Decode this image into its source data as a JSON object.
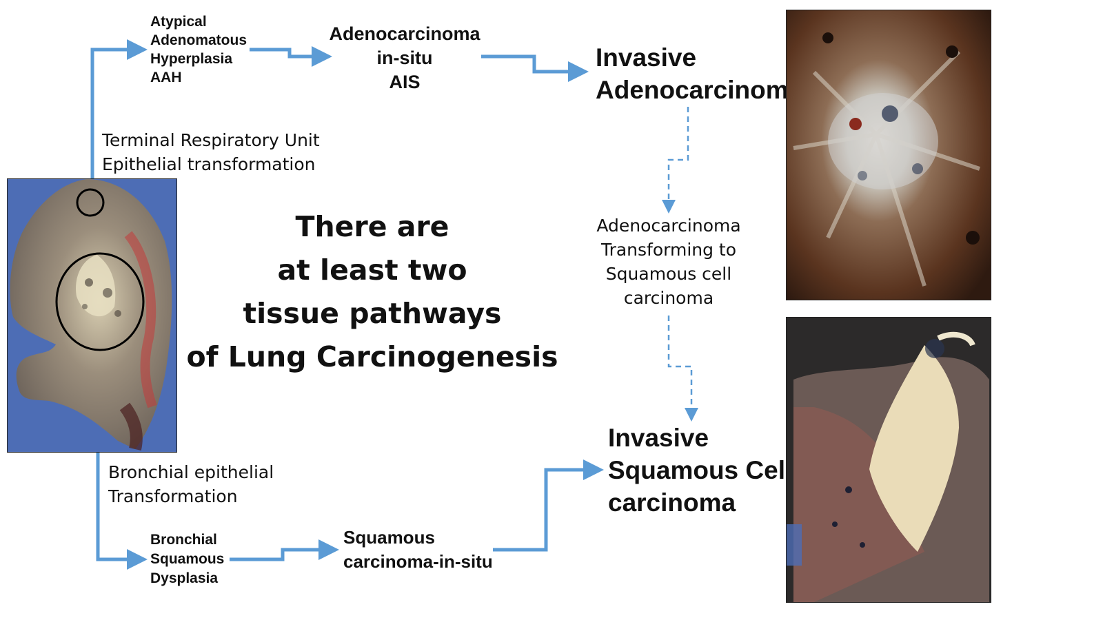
{
  "top_pathway": {
    "origin_label": "Terminal Respiratory Unit\nEpithelial transformation",
    "step1": "Atypical\nAdenomatous\nHyperplasia\n AAH",
    "step2": "Adenocarcinoma\nin-situ\nAIS",
    "result": "Invasive\nAdenocarcinoma"
  },
  "bottom_pathway": {
    "origin_label": "Bronchial epithelial\nTransformation",
    "step1": "Bronchial\nSquamous\nDysplasia",
    "step2": "Squamous\ncarcinoma-in-situ",
    "result": "Invasive\nSquamous Cell\ncarcinoma"
  },
  "transition_label": "Adenocarcinoma\nTransforming to\nSquamous cell\ncarcinoma",
  "headline": "There are\nat least two\ntissue pathways\nof Lung Carcinogenesis",
  "colors": {
    "arrow": "#5b9bd5",
    "page_background": "#ffffff",
    "lung_backdrop": "#4d6db5"
  },
  "images": {
    "lung_section": "lung-cross-section-photo",
    "adeno_specimen": "adenocarcinoma-specimen-photo",
    "squamous_specimen": "squamous-carcinoma-specimen-photo"
  }
}
